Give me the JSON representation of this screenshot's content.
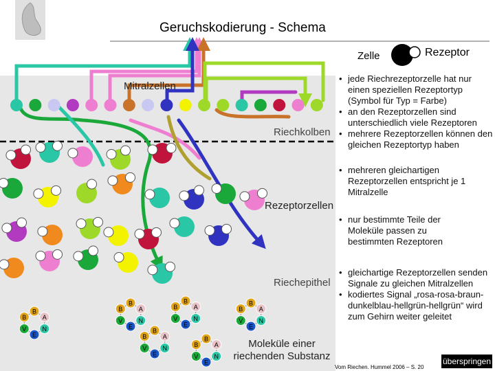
{
  "header": {
    "title": "Geruchskodierung - Schema"
  },
  "legend": {
    "cell_label": "Zelle",
    "receptor_label": "Rezeptor"
  },
  "labels": {
    "mitral_cells": "Mitralzellen",
    "olfactory_bulb": "Riechkolben",
    "receptor_cells": "Rezeptorzellen",
    "epithelium": "Riechepithel",
    "molecules": "Moleküle einer riechenden Substanz"
  },
  "bullets": {
    "group1": [
      "jede Riechrezeptorzelle hat nur einen speziellen Rezeptortyp (Symbol für Typ = Farbe)",
      "an den Rezeptorzellen sind unterschiedlich viele Rezeptoren",
      "mehrere Rezeptorzellen können den gleichen Rezeptortyp haben"
    ],
    "group2": [
      "mehreren gleichartigen Rezeptorzellen entspricht je 1 Mitralzelle"
    ],
    "group3": [
      "nur bestimmte Teile der Moleküle passen zu bestimmten Rezeptoren"
    ],
    "group4": [
      "gleichartige Rezeptorzellen senden Signale zu gleichen Mitralzellen",
      "kodiertes Signal „rosa-rosa-braun-dunkelblau-hellgrün-hellgrün“ wird zum Gehirn weiter geleitet"
    ]
  },
  "actions": {
    "skip_label": "überspringen"
  },
  "footer": {
    "credit": "Vom Riechen. Hummel 2006 – S. 20"
  },
  "colors": {
    "pink": "#ee7fd0",
    "brown": "#c9732a",
    "dark_blue": "#2f33c0",
    "light_green": "#9ed92a",
    "teal": "#2ac7a6",
    "crimson": "#c0143c",
    "violet": "#b23ac0",
    "green": "#1aa83a",
    "yellow": "#f3f300",
    "orange": "#f08a1e",
    "lavender": "#c8c8f2",
    "grey_area": "#e7e7e7"
  },
  "mitral_row": [
    "teal",
    "green",
    "lavender",
    "violet",
    "pink",
    "pink",
    "brown",
    "lavender",
    "dark_blue",
    "yellow",
    "light_green",
    "light_green",
    "teal",
    "green",
    "crimson",
    "pink",
    "light_green"
  ],
  "molecule_letters": [
    "B",
    "A",
    "N",
    "E",
    "V"
  ]
}
